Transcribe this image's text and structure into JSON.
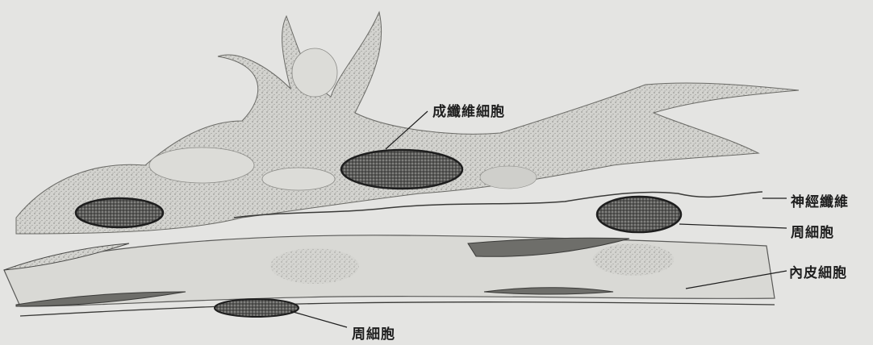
{
  "labels": {
    "fibroblast": "成纖維細胞",
    "nerve_fiber": "神經纖維",
    "pericyte_upper": "周細胞",
    "endothelial": "內皮細胞",
    "pericyte_lower": "周細胞"
  },
  "colors": {
    "paper": "#e4e4e2",
    "ink": "#1e1e1e",
    "nucleus": "#3a3a3a",
    "stipple": "#8a8a86"
  }
}
